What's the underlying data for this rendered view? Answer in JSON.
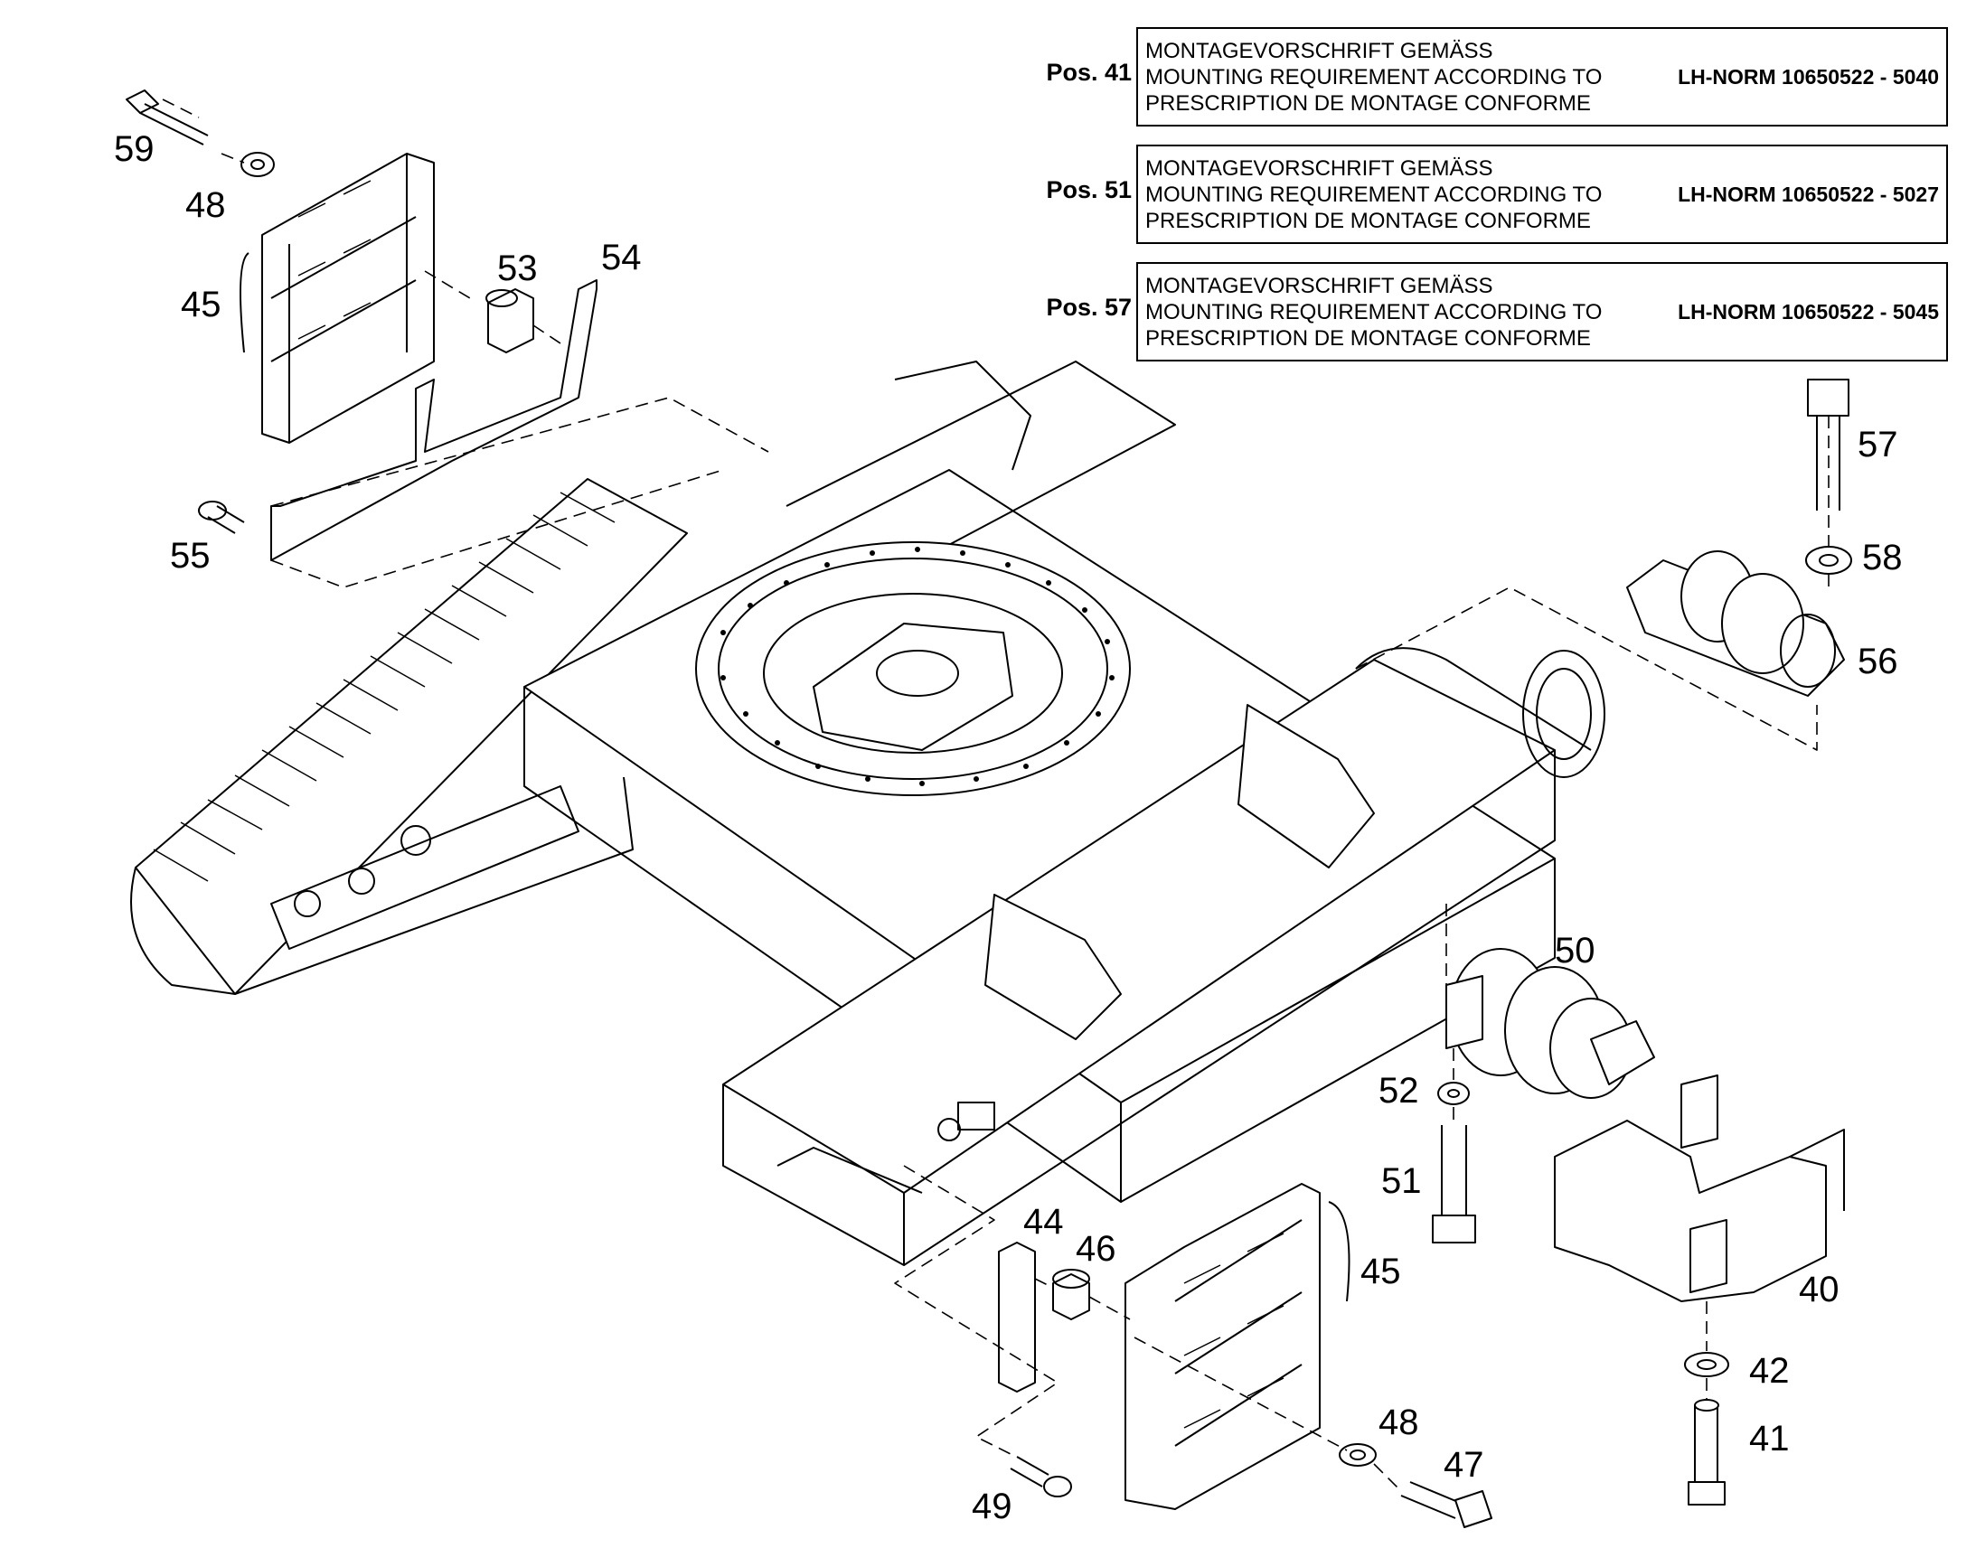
{
  "notes": [
    {
      "pos": "Pos. 41",
      "lines": [
        "MONTAGEVORSCHRIFT GEMÄSS",
        "MOUNTING REQUIREMENT ACCORDING TO",
        "PRESCRIPTION DE MONTAGE CONFORME"
      ],
      "norm": "LH-NORM 10650522 - 5040"
    },
    {
      "pos": "Pos. 51",
      "lines": [
        "MONTAGEVORSCHRIFT GEMÄSS",
        "MOUNTING REQUIREMENT ACCORDING TO",
        "PRESCRIPTION DE MONTAGE CONFORME"
      ],
      "norm": "LH-NORM 10650522 - 5027"
    },
    {
      "pos": "Pos. 57",
      "lines": [
        "MONTAGEVORSCHRIFT GEMÄSS",
        "MOUNTING REQUIREMENT ACCORDING TO",
        "PRESCRIPTION DE MONTAGE CONFORME"
      ],
      "norm": "LH-NORM 10650522 - 5045"
    }
  ],
  "callouts": {
    "c59": "59",
    "c48a": "48",
    "c45a": "45",
    "c53": "53",
    "c54": "54",
    "c55": "55",
    "c57": "57",
    "c58": "58",
    "c56": "56",
    "c50": "50",
    "c52": "52",
    "c51": "51",
    "c44": "44",
    "c46": "46",
    "c45b": "45",
    "c40": "40",
    "c42": "42",
    "c41": "41",
    "c48b": "48",
    "c47": "47",
    "c49": "49"
  }
}
